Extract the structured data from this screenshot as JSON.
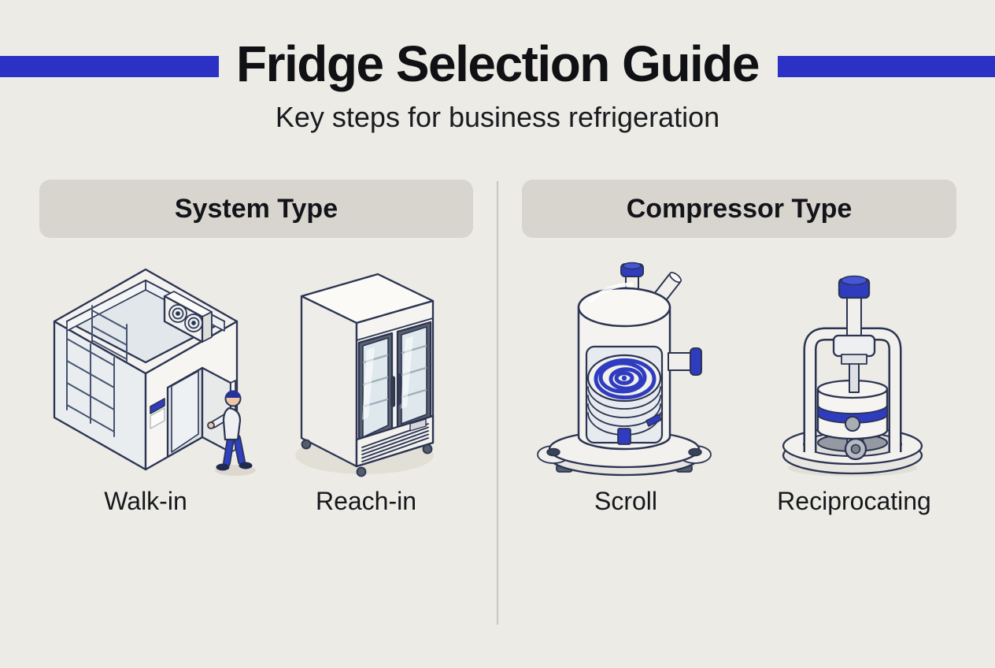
{
  "theme": {
    "bg": "#ecebe6",
    "accent": "#2b31c4",
    "pill": "#d8d5cf",
    "divider": "#c7c6c0",
    "outline_navy": "#2b3452",
    "illustration_blue": "#2f3cc0",
    "text": "#131419"
  },
  "header": {
    "title": "Fridge Selection Guide",
    "subtitle": "Key steps for business refrigeration"
  },
  "sections": [
    {
      "title": "System Type",
      "items": [
        {
          "label": "Walk-in",
          "icon": "walk-in-cooler-illustration"
        },
        {
          "label": "Reach-in",
          "icon": "reach-in-refrigerator-illustration"
        }
      ]
    },
    {
      "title": "Compressor Type",
      "items": [
        {
          "label": "Scroll",
          "icon": "scroll-compressor-illustration"
        },
        {
          "label": "Reciprocating",
          "icon": "reciprocating-compressor-illustration"
        }
      ]
    }
  ]
}
